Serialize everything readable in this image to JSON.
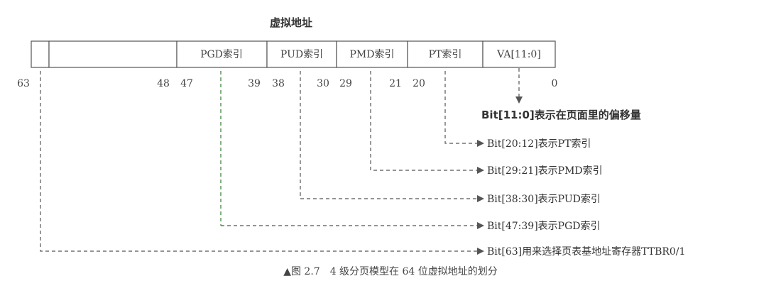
{
  "title": "虚拟地址",
  "fields": {
    "pgd": "PGD索引",
    "pud": "PUD索引",
    "pmd": "PMD索引",
    "pt": "PT索引",
    "va": "VA[11:0]"
  },
  "bits": {
    "b63": "63",
    "b48": "48",
    "b47": "47",
    "b39": "39",
    "b38": "38",
    "b30": "30",
    "b29": "29",
    "b21": "21",
    "b20": "20",
    "b0": "0"
  },
  "descriptions": {
    "offset": "Bit[11:0]表示在页面里的偏移量",
    "pt": "Bit[20:12]表示PT索引",
    "pmd": "Bit[29:21]表示PMD索引",
    "pud": "Bit[38:30]表示PUD索引",
    "pgd": "Bit[47:39]表示PGD索引",
    "ttbr": "Bit[63]用来选择页表基地址寄存器TTBR0/1"
  },
  "caption": "▲图 2.7　4 级分页模型在 64 位虚拟地址的划分",
  "colors": {
    "line": "#555555",
    "pgd_line": "#2f7d2f"
  }
}
